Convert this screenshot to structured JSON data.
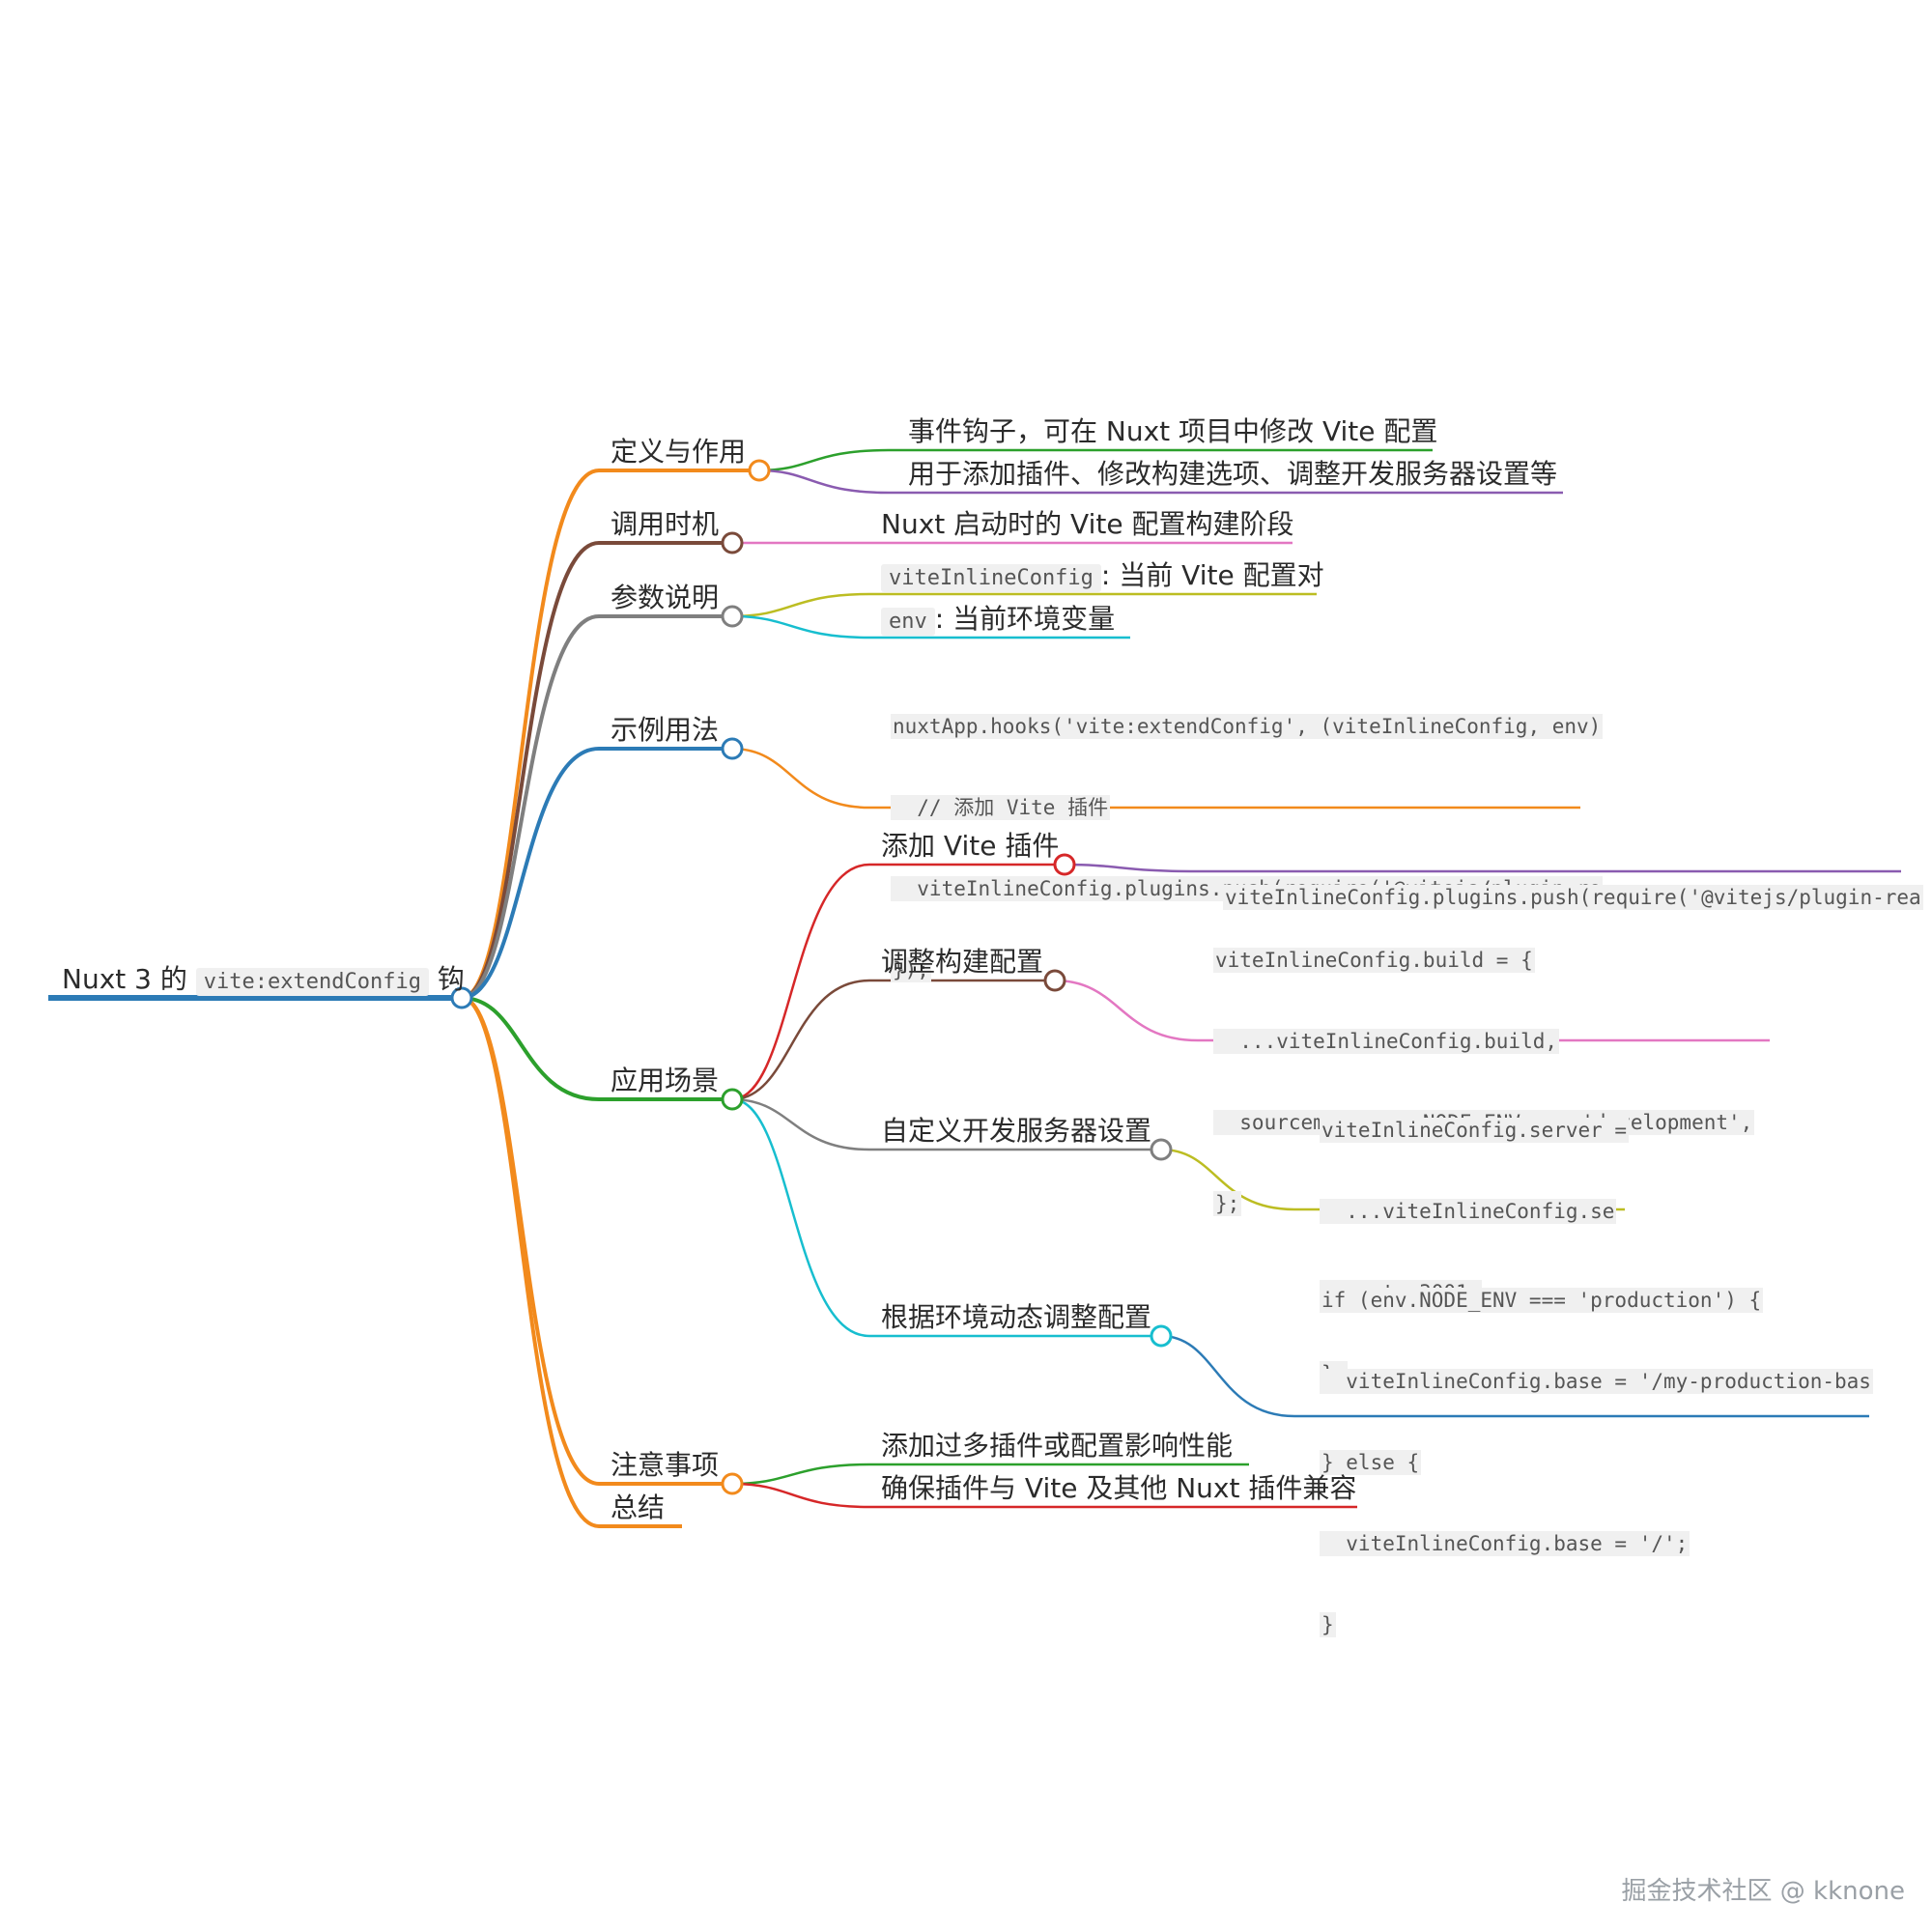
{
  "root": {
    "prefix": "Nuxt 3 的",
    "code": "vite:extendConfig",
    "suffix": "钩"
  },
  "branches": {
    "definition": {
      "label": "定义与作用",
      "items": [
        "事件钩子，可在 Nuxt 项目中修改 Vite 配置",
        "用于添加插件、修改构建选项、调整开发服务器设置等"
      ]
    },
    "timing": {
      "label": "调用时机",
      "items": [
        "Nuxt 启动时的 Vite 配置构建阶段"
      ]
    },
    "params": {
      "label": "参数说明",
      "items": [
        {
          "code": "viteInlineConfig",
          "text": ": 当前 Vite 配置对"
        },
        {
          "code": "env",
          "text": ": 当前环境变量"
        }
      ]
    },
    "example": {
      "label": "示例用法",
      "code": [
        "nuxtApp.hooks('vite:extendConfig', (viteInlineConfig, env)",
        "  // 添加 Vite 插件",
        "  viteInlineConfig.plugins.push(require('@vitejs/plugin-re",
        "});"
      ]
    },
    "scenarios": {
      "label": "应用场景",
      "children": {
        "plugin": {
          "label": "添加 Vite 插件",
          "code": [
            "viteInlineConfig.plugins.push(require('@vitejs/plugin-rea"
          ]
        },
        "build": {
          "label": "调整构建配置",
          "code": [
            "viteInlineConfig.build = {",
            "  ...viteInlineConfig.build,",
            "  sourcemap: env.NODE_ENV === 'development',",
            "};"
          ]
        },
        "server": {
          "label": "自定义开发服务器设置",
          "code": [
            "viteInlineConfig.server =",
            "  ...viteInlineConfig.se",
            "  port: 3001,",
            "};"
          ]
        },
        "env": {
          "label": "根据环境动态调整配置",
          "code": [
            "if (env.NODE_ENV === 'production') {",
            "  viteInlineConfig.base = '/my-production-bas",
            "} else {",
            "  viteInlineConfig.base = '/';",
            "}"
          ]
        }
      }
    },
    "notes": {
      "label": "注意事项",
      "items": [
        "添加过多插件或配置影响性能",
        "确保插件与 Vite 及其他 Nuxt 插件兼容"
      ]
    },
    "summary": {
      "label": "总结"
    }
  },
  "colors": {
    "root": "#2c7bb6",
    "orange": "#f28a1c",
    "brown": "#7a4a3a",
    "gray": "#7f7f7f",
    "blue": "#2c7bb6",
    "green": "#2ca02c",
    "purple": "#8a5bb0",
    "pink": "#e377c2",
    "olive": "#bcbd22",
    "cyan": "#17becf",
    "red": "#d62728"
  },
  "watermark": "掘金技术社区 @ kknone"
}
